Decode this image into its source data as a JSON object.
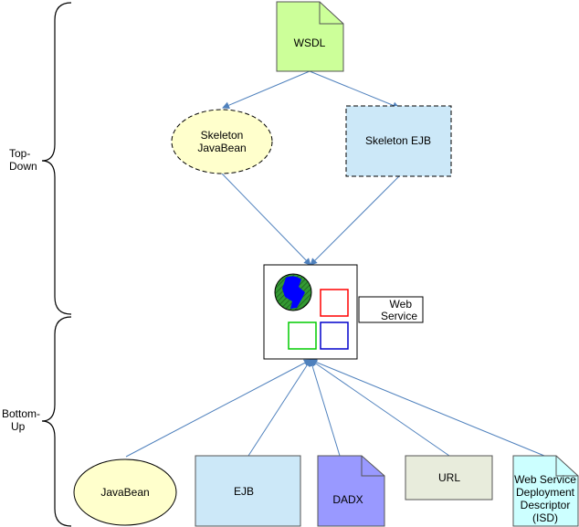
{
  "braces": {
    "top_down": [
      "Top-",
      "Down"
    ],
    "bottom_up": [
      "Bottom-",
      "Up"
    ]
  },
  "nodes": {
    "wsdl": {
      "label": "WSDL",
      "fill": "#ccff99"
    },
    "skeleton_javabean": {
      "lines": [
        "Skeleton",
        "JavaBean"
      ],
      "fill": "#ffffcc"
    },
    "skeleton_ejb": {
      "label": "Skeleton EJB",
      "fill": "#cce8f8"
    },
    "web_service": {
      "lines": [
        "Web",
        "Service"
      ]
    },
    "javabean": {
      "label": "JavaBean",
      "fill": "#ffffcc"
    },
    "ejb": {
      "label": "EJB",
      "fill": "#cce8f8"
    },
    "dadx": {
      "label": "DADX",
      "fill": "#9999ff"
    },
    "url": {
      "label": "URL",
      "fill": "#e8ecdc"
    },
    "isd": {
      "lines": [
        "Web Service",
        "Deployment",
        "Descriptor",
        "(ISD)"
      ],
      "fill": "#ccffff"
    }
  },
  "colors": {
    "arrow": "#4f81bd",
    "globe_blue": "#0000ff",
    "globe_green": "#339933",
    "square_red": "#ff0000",
    "square_green": "#00cc00",
    "square_blue": "#0000cc"
  }
}
